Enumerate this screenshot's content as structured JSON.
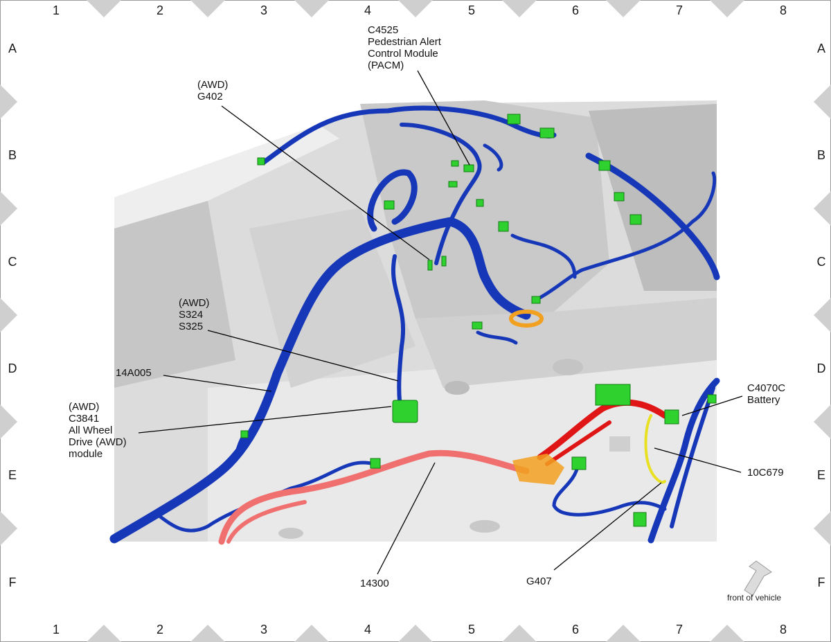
{
  "grid": {
    "columns": [
      "1",
      "2",
      "3",
      "4",
      "5",
      "6",
      "7",
      "8"
    ],
    "rows": [
      "A",
      "B",
      "C",
      "D",
      "E",
      "F"
    ]
  },
  "callouts": {
    "c4525": [
      "C4525",
      "Pedestrian Alert",
      "Control Module",
      "(PACM)"
    ],
    "g402": [
      "(AWD)",
      "G402"
    ],
    "s324": [
      "(AWD)",
      "S324",
      "S325"
    ],
    "a14a005": [
      "14A005"
    ],
    "c3841": [
      "(AWD)",
      "C3841",
      "All Wheel",
      "Drive (AWD)",
      "module"
    ],
    "c4070c": [
      "C4070C",
      "Battery"
    ],
    "c10c679": [
      "10C679"
    ],
    "c14300": [
      "14300"
    ],
    "g407": [
      "G407"
    ]
  },
  "front_of_vehicle": "front of vehicle",
  "colors": {
    "harness_blue": "#1638b8",
    "harness_red": "#e01515",
    "cable_pink": "#f07070",
    "wire_yellow": "#e8e020",
    "connector_green": "#2ed12e",
    "grommet_orange": "#f2a020",
    "body_gray": "#d9d9d9"
  }
}
